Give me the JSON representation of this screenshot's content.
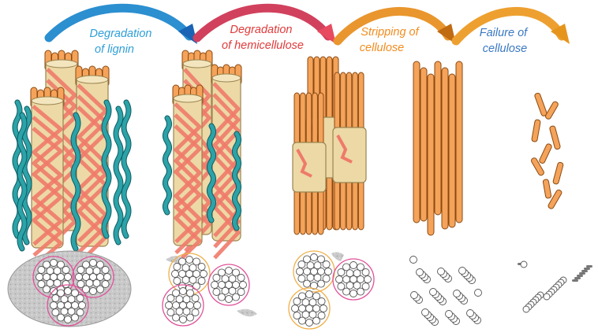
{
  "stages": [
    {
      "line1": "Degradation",
      "line2": "of lignin",
      "color": "#2f9fd6"
    },
    {
      "line1": "Degradation",
      "line2": "of hemicellulose",
      "color": "#e03a3a"
    },
    {
      "line1": "Stripping of",
      "line2": "cellulose",
      "color": "#f08c1e"
    },
    {
      "line1": "Failure of",
      "line2": "cellulose",
      "color": "#3a78c2"
    }
  ],
  "arrows": [
    {
      "from": "#2e9ad3",
      "to": "#1a63b5"
    },
    {
      "from": "#b82d5c",
      "to": "#e84a5f"
    },
    {
      "from": "#f2a23a",
      "to": "#c06a12"
    },
    {
      "from": "#f2a23a",
      "to": "#e6951c"
    }
  ],
  "colors": {
    "cellulose": "#f5a35a",
    "cellulose_stroke": "#8a4a12",
    "hemicellulose_wrap": "#ecd9a6",
    "hemicellulose_band": "#ef7a6a",
    "lignin": "#2ba3a8",
    "lignin_stroke": "#0f5c62",
    "section_bg": "#cfcfcf"
  },
  "icons": [
    "curved-arrow-icon",
    "fibril-bundle-icon",
    "cross-section-icon"
  ]
}
